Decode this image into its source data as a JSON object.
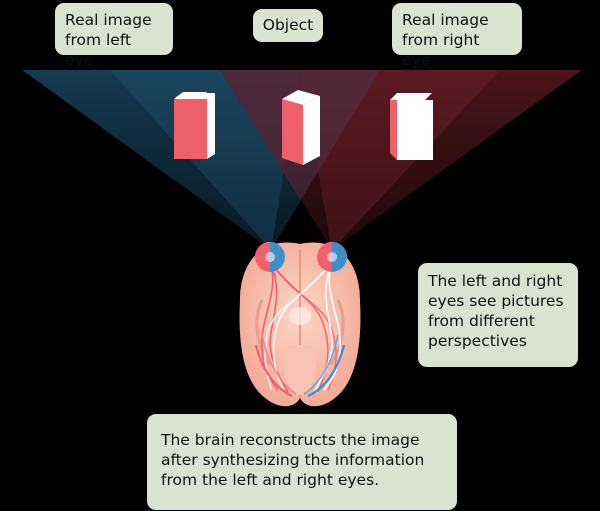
{
  "labels": {
    "left_eye": "Real image\nfrom left eye",
    "object": "Object",
    "right_eye": "Real image\nfrom right eye",
    "perspectives": "The left and right\neyes see pictures\nfrom different\nperspectives",
    "brain": "The brain reconstructs the image\nafter synthesizing the information\nfrom the left and right eyes."
  },
  "colors": {
    "background": "#000000",
    "left_accent": "#3d8fc7",
    "right_accent": "#f0606b",
    "label_bg": "#d9e3cf",
    "brain": "#f6b8a4"
  }
}
